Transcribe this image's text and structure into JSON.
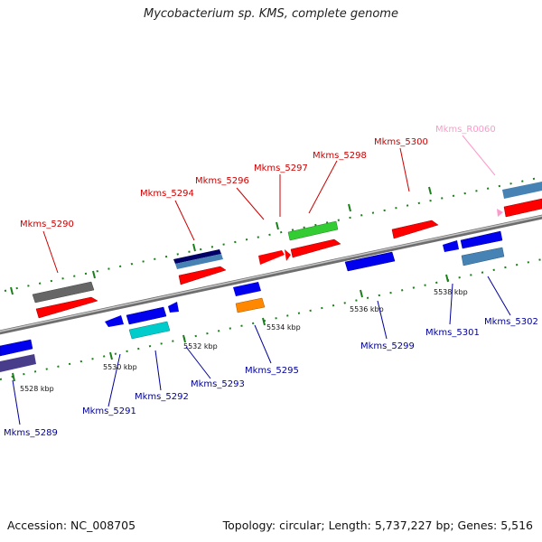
{
  "title": "Mycobacterium sp. KMS, complete genome",
  "footer": {
    "accession": "Accession: NC_008705",
    "summary": "Topology: circular; Length: 5,737,227 bp; Genes: 5,516"
  },
  "colors": {
    "forward_label": "#cc0000",
    "reverse_label": "#000099",
    "rna_label": "#ff99cc",
    "backbone": "#8a8a8a",
    "tick": "#1a7f1a"
  },
  "scale_ticks": [
    {
      "label": "5528 kbp"
    },
    {
      "label": "5530 kbp"
    },
    {
      "label": "5532 kbp"
    },
    {
      "label": "5534 kbp"
    },
    {
      "label": "5536 kbp"
    },
    {
      "label": "5538 kbp"
    }
  ],
  "genes_forward": [
    {
      "label": "Mkms_5290",
      "color": "#ff0000"
    },
    {
      "label": "Mkms_5294",
      "color": "#ff0000"
    },
    {
      "label": "Mkms_5296",
      "color": "#ff0000"
    },
    {
      "label": "Mkms_5297",
      "color": "#ff0000"
    },
    {
      "label": "Mkms_5298",
      "color": "#33cc33"
    },
    {
      "label": "Mkms_5300",
      "color": "#ff0000"
    },
    {
      "label": "Mkms_R0060",
      "color": "#ff99cc"
    }
  ],
  "genes_reverse": [
    {
      "label": "Mkms_5289",
      "color": "#0000ee"
    },
    {
      "label": "Mkms_5291",
      "color": "#0000ee"
    },
    {
      "label": "Mkms_5292",
      "color": "#00cccc"
    },
    {
      "label": "Mkms_5293",
      "color": "#0000ee"
    },
    {
      "label": "Mkms_5295",
      "color": "#0000ee"
    },
    {
      "label": "Mkms_5299",
      "color": "#0000ee"
    },
    {
      "label": "Mkms_5301",
      "color": "#0000ee"
    },
    {
      "label": "Mkms_5302",
      "color": "#4682b4"
    }
  ]
}
